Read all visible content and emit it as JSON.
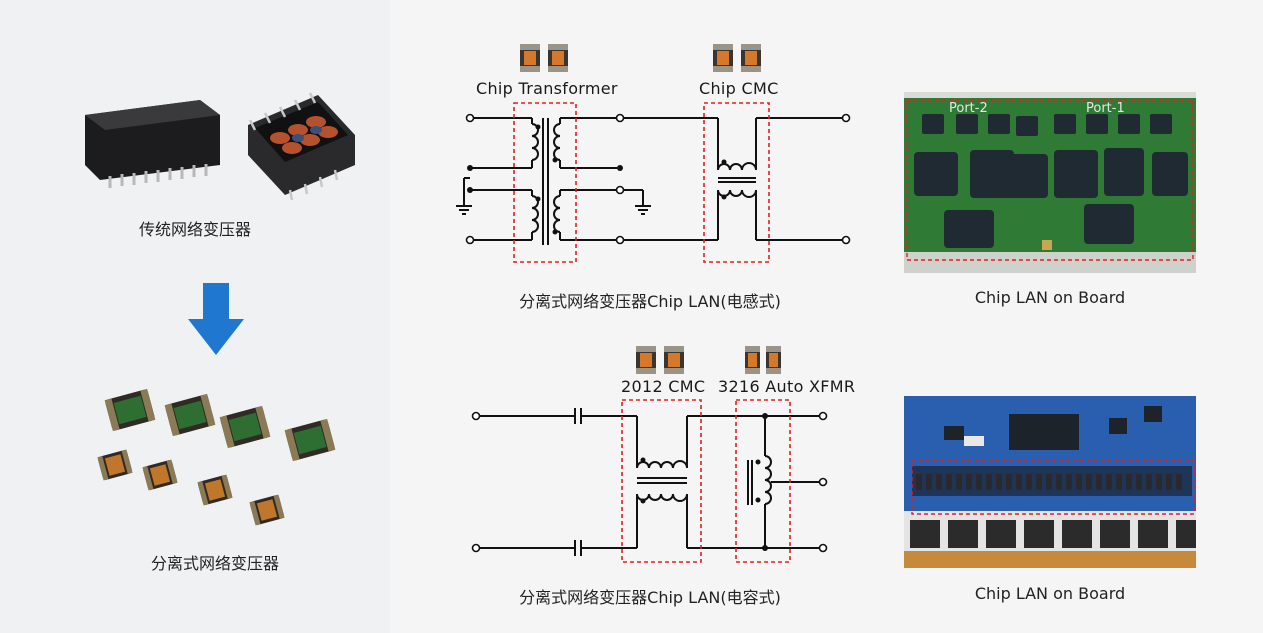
{
  "left": {
    "top_caption": "传统网络变压器",
    "bottom_caption": "分离式网络变压器"
  },
  "circuit_top": {
    "label_transformer": "Chip Transformer",
    "label_cmc": "Chip CMC",
    "caption": "分离式网络变压器Chip LAN(电感式)"
  },
  "circuit_bottom": {
    "label_cmc": "2012 CMC",
    "label_xfmr": "3216 Auto XFMR",
    "caption": "分离式网络变压器Chip LAN(电容式)"
  },
  "photo_top": {
    "caption": "Chip LAN on Board",
    "silkscreen": [
      "Port-2",
      "Port-1"
    ]
  },
  "photo_bottom": {
    "caption": "Chip LAN on Board"
  },
  "colors": {
    "arrow": "#1f77d0",
    "highlight": "#e02020",
    "wire": "#111111",
    "pcb_green": "#2f7a34",
    "pcb_blue": "#2a5fb0"
  }
}
